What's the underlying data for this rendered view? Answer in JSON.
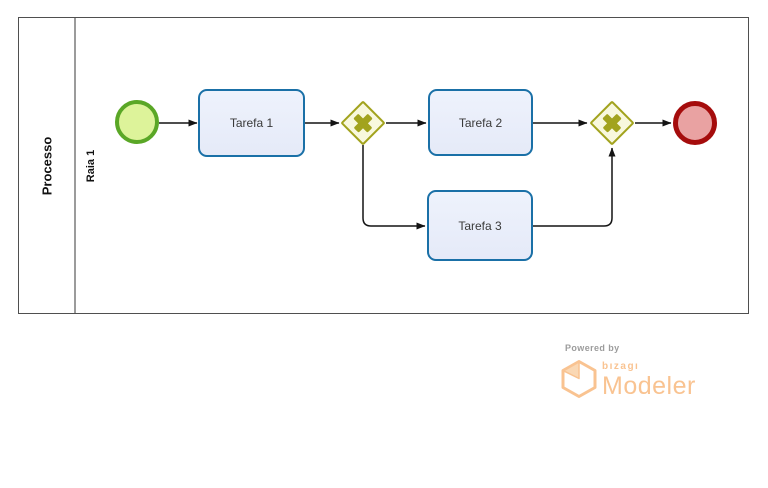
{
  "pool": {
    "label": "Processo",
    "lane_label": "Raia 1"
  },
  "nodes": {
    "start_event": {
      "type": "start-event"
    },
    "task1": {
      "label": "Tarefa 1"
    },
    "task2": {
      "label": "Tarefa 2"
    },
    "task3": {
      "label": "Tarefa 3"
    },
    "gateway1": {
      "type": "exclusive-gateway-x"
    },
    "gateway2": {
      "type": "exclusive-gateway-x"
    },
    "end_event": {
      "type": "end-event"
    }
  },
  "flows": [
    {
      "from": "start_event",
      "to": "task1"
    },
    {
      "from": "task1",
      "to": "gateway1"
    },
    {
      "from": "gateway1",
      "to": "task2"
    },
    {
      "from": "gateway1",
      "to": "task3"
    },
    {
      "from": "task2",
      "to": "gateway2"
    },
    {
      "from": "task3",
      "to": "gateway2"
    },
    {
      "from": "gateway2",
      "to": "end_event"
    }
  ],
  "footer": {
    "powered_by": "Powered by",
    "brand": "bızagı",
    "product": "Modeler"
  },
  "colors": {
    "pool-border": "#4f4f4f",
    "lane-divider": "#9b9b9b",
    "start-border": "#5aa726",
    "start-fill": "#ddf39a",
    "end-border": "#a50c0c",
    "end-fill": "#e9a2a2",
    "gateway-border": "#a2a31e",
    "gateway-fill": "#f8f8dd",
    "task-border": "#1a70a7",
    "task-fill-top": "#eef2fc",
    "task-fill-bottom": "#e5eaf8",
    "flow": "#141414",
    "text": "#3a3a3a",
    "brand-orange": "#f9c391",
    "powered-gray": "#9c9c9c"
  }
}
